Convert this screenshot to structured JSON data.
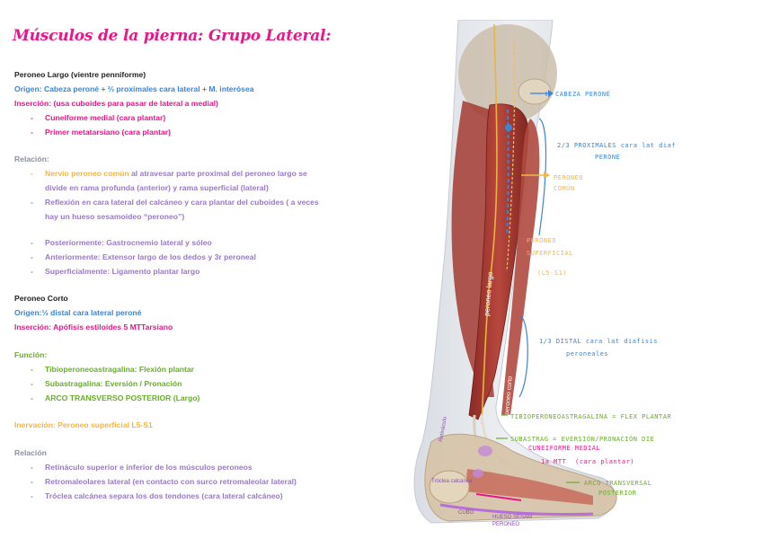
{
  "title": "Músculos de la pierna: Grupo Lateral:",
  "peroneo_largo": {
    "heading": "Peroneo Largo (vientre penniforme)",
    "origen": "Origen: Cabeza peroné + ⅔ proximales cara lateral + M. interósea",
    "insercion": "Inserción: (usa cuboides para pasar de lateral a medial)",
    "insercion_items": [
      "Cuneiforme medial (cara plantar)",
      "Primer metatarsiano (cara plantar)"
    ],
    "relacion_label": "Relación:",
    "nervio_highlight": "Nervio peroneo común",
    "nervio_rest_1": " al atravesar parte proximal del peroneo largo se",
    "nervio_rest_2": "divide en rama profunda (anterior) y rama superficial (lateral)",
    "reflexion_1": "Reflexión en cara lateral del calcáneo y cara plantar del cuboides ( a veces",
    "reflexion_2": "hay un hueso sesamoideo “peroneo”)",
    "rel_items": [
      "Posteriormente: Gastrocnemio lateral y sóleo",
      "Anteriormente: Extensor largo de los dedos y 3r peroneal",
      "Superficialmente: Ligamento plantar largo"
    ]
  },
  "peroneo_corto": {
    "heading": "Peroneo Corto",
    "origen": "Origen:⅓ distal cara lateral peroné",
    "insercion": "Inserción: Apófisis estiloides 5 MTTarsiano"
  },
  "funcion": {
    "label": "Función:",
    "items": [
      "Tibioperoneoastragalina: Flexión plantar",
      "Subastragalina: Eversión / Pronación",
      "ARCO TRANSVERSO POSTERIOR (Largo)"
    ]
  },
  "inervacion": "Inervación: Peroneo superficial L5-S1",
  "relacion2": {
    "label": "Relación",
    "items": [
      "Retináculo superior e inferior de los músculos peroneos",
      "Retromaleolares lateral (en contacto con surco retromaleolar lateral)",
      "Tróclea calcánea separa los dos tendones (cara lateral calcáneo)"
    ]
  },
  "annotations": {
    "cabeza": "CABEZA PERONÉ",
    "proximales_1": "2/3 PROXIMALES cara lat diaf",
    "proximales_2": "PERONÉ",
    "comun_1": "PERONEO",
    "comun_2": "COMÚN",
    "superficial_1": "PERONEO",
    "superficial_2": "SUPERFICIAL",
    "superficial_3": "(L5-S1)",
    "distal_1": "1/3 DISTAL cara lat diafisis",
    "distal_2": "peroneales",
    "tibio": "TIBIOPERONEOASTRAGALINA = FLEX PLANTAR",
    "subastr": "SUBASTRAG = EVERSIÓN/PRONACIÓN DIE",
    "cuneiforme": "CUNEIFORME MEDIAL",
    "mtt": "1a MTT",
    "cara_plantar": "(cara plantar)",
    "arco_1": "ARCO TRANSVERSAL",
    "arco_2": "POSTERIOR",
    "peroneo_largo_label": "peroneo largo",
    "peroneo_corto_label": "peroneo corto",
    "retinaculo": "Retináculo",
    "troclea": "Tróclea calcánea",
    "hueso": "HUESO SESAM",
    "peroneo_small": "PERONEO",
    "cubo": "CUBO"
  },
  "colors": {
    "pink": "#e8168a",
    "blue": "#3a85d6",
    "purple": "#9a78c8",
    "gray": "#8b8fa0",
    "orange": "#f3b640",
    "green": "#6aab2e"
  }
}
